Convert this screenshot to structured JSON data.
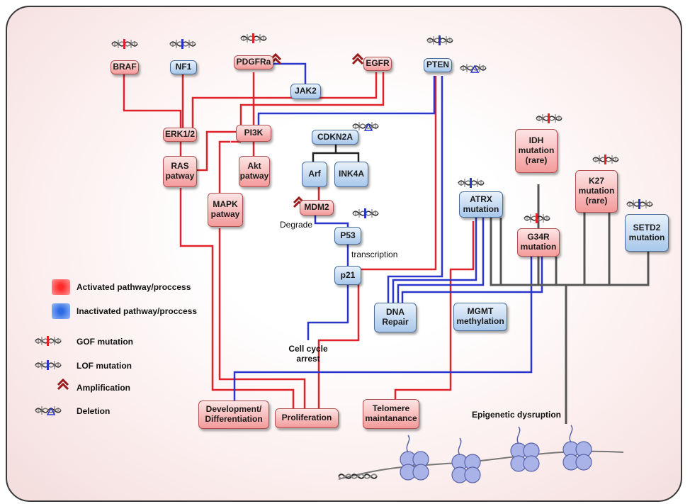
{
  "colors": {
    "activated": "#e0232a",
    "inactivated": "#2a35c9",
    "epigenetic": "#555555",
    "amplification": "#9b1b1b"
  },
  "nodes": {
    "braf": "BRAF",
    "nf1": "NF1",
    "pdgfra": "PDGFRa",
    "egfr": "EGFR",
    "pten": "PTEN",
    "jak2": "JAK2",
    "erk": "ERK1/2",
    "pi3k": "PI3K",
    "cdkn2a": "CDKN2A",
    "ras": "RAS\npatway",
    "akt": "Akt\npatway",
    "arf": "Arf",
    "ink4a": "INK4A",
    "mapk": "MAPK\npatway",
    "mdm2": "MDM2",
    "p53": "P53",
    "p21": "p21",
    "idh": "IDH\nmutation\n(rare)",
    "k27": "K27\nmutation\n(rare)",
    "atrx": "ATRX\nmutation",
    "setd2": "SETD2\nmutation",
    "g34r": "G34R\nmutation",
    "dna_repair": "DNA\nRepair",
    "mgmt": "MGMT\nmethylation",
    "development": "Development/\nDifferentiation",
    "proliferation": "Proliferation",
    "telomere": "Telomere\nmaintanance"
  },
  "labels": {
    "degrade": "Degrade",
    "transcription": "transcription",
    "cell_cycle_arrest": "Cell cycle\narrest",
    "epigenetic_dysruption": "Epigenetic dysruption"
  },
  "legend": {
    "activated": "Activated pathway/proccess",
    "inactivated": "Inactivated pathway/proccess",
    "gof": "GOF mutation",
    "lof": "LOF mutation",
    "amplification": "Amplification",
    "deletion": "Deletion"
  }
}
